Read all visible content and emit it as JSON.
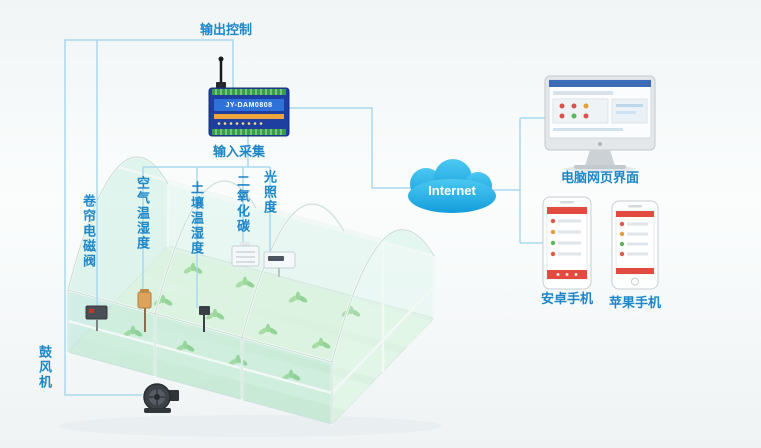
{
  "diagram": {
    "controller": {
      "label": "JY-DAM0808",
      "output_line_label": "输出控制",
      "input_line_label": "输入采集"
    },
    "sensors": {
      "air": "空气温湿度",
      "soil": "土壤温湿度",
      "co2": "二氧化碳",
      "light": "光照度"
    },
    "actuators": {
      "curtain_valve": "卷帘电磁阀",
      "blower": "鼓风机"
    },
    "cloud": {
      "label": "Internet"
    },
    "clients": {
      "pc": "电脑网页界面",
      "android": "安卓手机",
      "iphone": "苹果手机"
    },
    "colors": {
      "connection_line": "#a9d9ee",
      "label_text": "#1c86c8",
      "cloud_fill": "#25aee6",
      "device_body": "#1e3ea0",
      "greenhouse_glass": "#cdeee2"
    }
  }
}
